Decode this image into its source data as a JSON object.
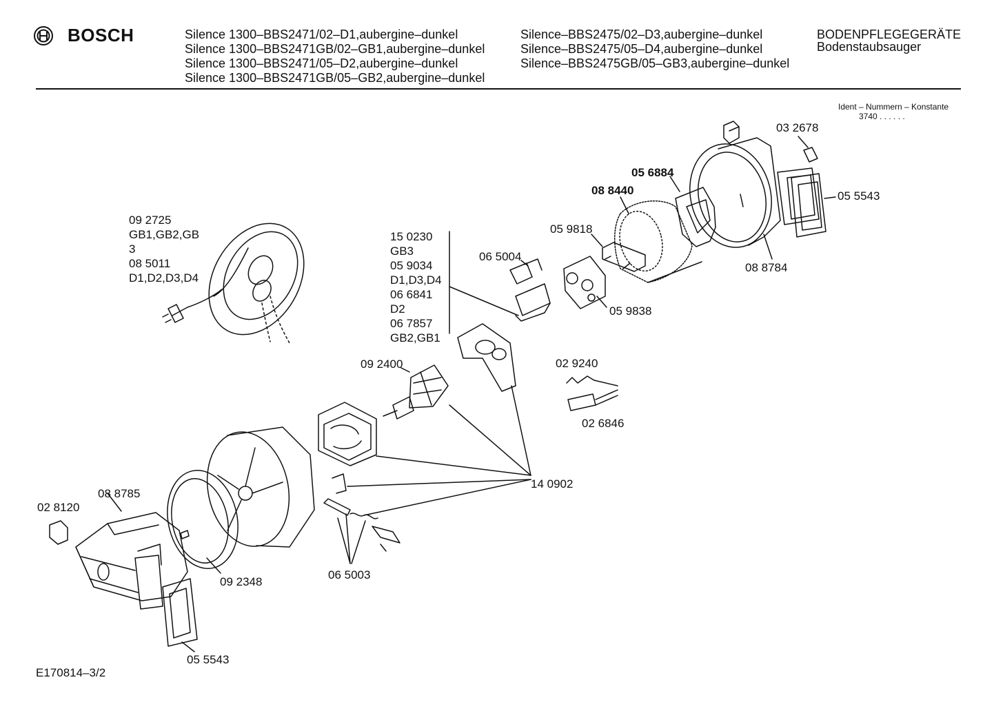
{
  "brand": {
    "name": "BOSCH",
    "logo_icon": "bosch-armature-icon"
  },
  "header": {
    "models_col1": [
      "Silence 1300–BBS2471/02–D1,aubergine–dunkel",
      "Silence 1300–BBS2471GB/02–GB1,aubergine–dunkel",
      "Silence 1300–BBS2471/05–D2,aubergine–dunkel",
      "Silence 1300–BBS2471GB/05–GB2,aubergine–dunkel"
    ],
    "models_col2": [
      "Silence–BBS2475/02–D3,aubergine–dunkel",
      "Silence–BBS2475/05–D4,aubergine–dunkel",
      "Silence–BBS2475GB/05–GB3,aubergine–dunkel"
    ],
    "category": "BODENPFLEGEGERÄTE",
    "subcategory": "Bodenstaubsauger"
  },
  "ident": {
    "title": "Ident – Nummern – Konstante",
    "value": "3740 . . . . . ."
  },
  "parts": {
    "p032678": "03 2678",
    "p056884": "05 6884",
    "p088440": "08 8440",
    "p055543_top": "05 5543",
    "p059818": "05 9818",
    "p088784": "08 8784",
    "p065004": "06 5004",
    "p059838": "05 9838",
    "cable_group": [
      "09 2725",
      "GB1,GB2,GB",
      "3",
      "08 5011",
      "D1,D2,D3,D4"
    ],
    "switch_group": [
      "15 0230",
      "GB3",
      "05 9034",
      "D1,D3,D4",
      "06 6841",
      "D2",
      "06 7857",
      "GB2,GB1"
    ],
    "p092400": "09 2400",
    "p029240": "02 9240",
    "p026846": "02 6846",
    "p140902": "14 0902",
    "p088785": "08 8785",
    "p028120": "02 8120",
    "p092348": "09 2348",
    "p065003": "06 5003",
    "p055543_bottom": "05 5543"
  },
  "footer": {
    "code": "E170814–3/2"
  }
}
